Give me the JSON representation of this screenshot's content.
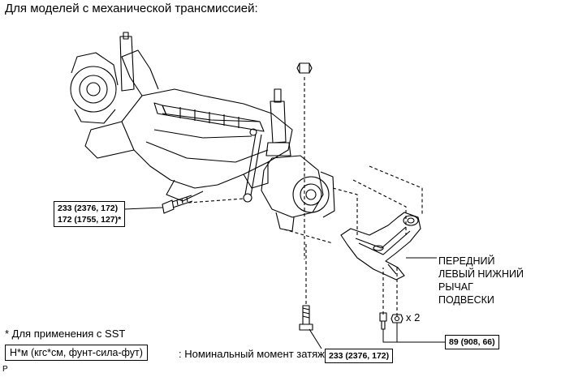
{
  "header": {
    "title": "Для моделей с механической трансмиссией:"
  },
  "torque_specs": {
    "upper_bolt_line1": "233 (2376, 172)",
    "upper_bolt_line2": "172 (1755, 127)*",
    "lower_bolt": "233 (2376, 172)",
    "nuts": "89 (908, 66)"
  },
  "part_label": {
    "lines": [
      "ПЕРЕДНИЙ",
      "ЛЕВЫЙ НИЖНИЙ",
      "РЫЧАГ",
      "ПОДВЕСКИ"
    ]
  },
  "quantity": "x 2",
  "footnote": "* Для применения с SST",
  "legend": {
    "box": "Н*м (кгс*см, фунт-сила-фут)",
    "description": ": Номинальный момент затяжки"
  },
  "corner_mark": "P",
  "colors": {
    "line": "#000000",
    "background": "#ffffff"
  }
}
